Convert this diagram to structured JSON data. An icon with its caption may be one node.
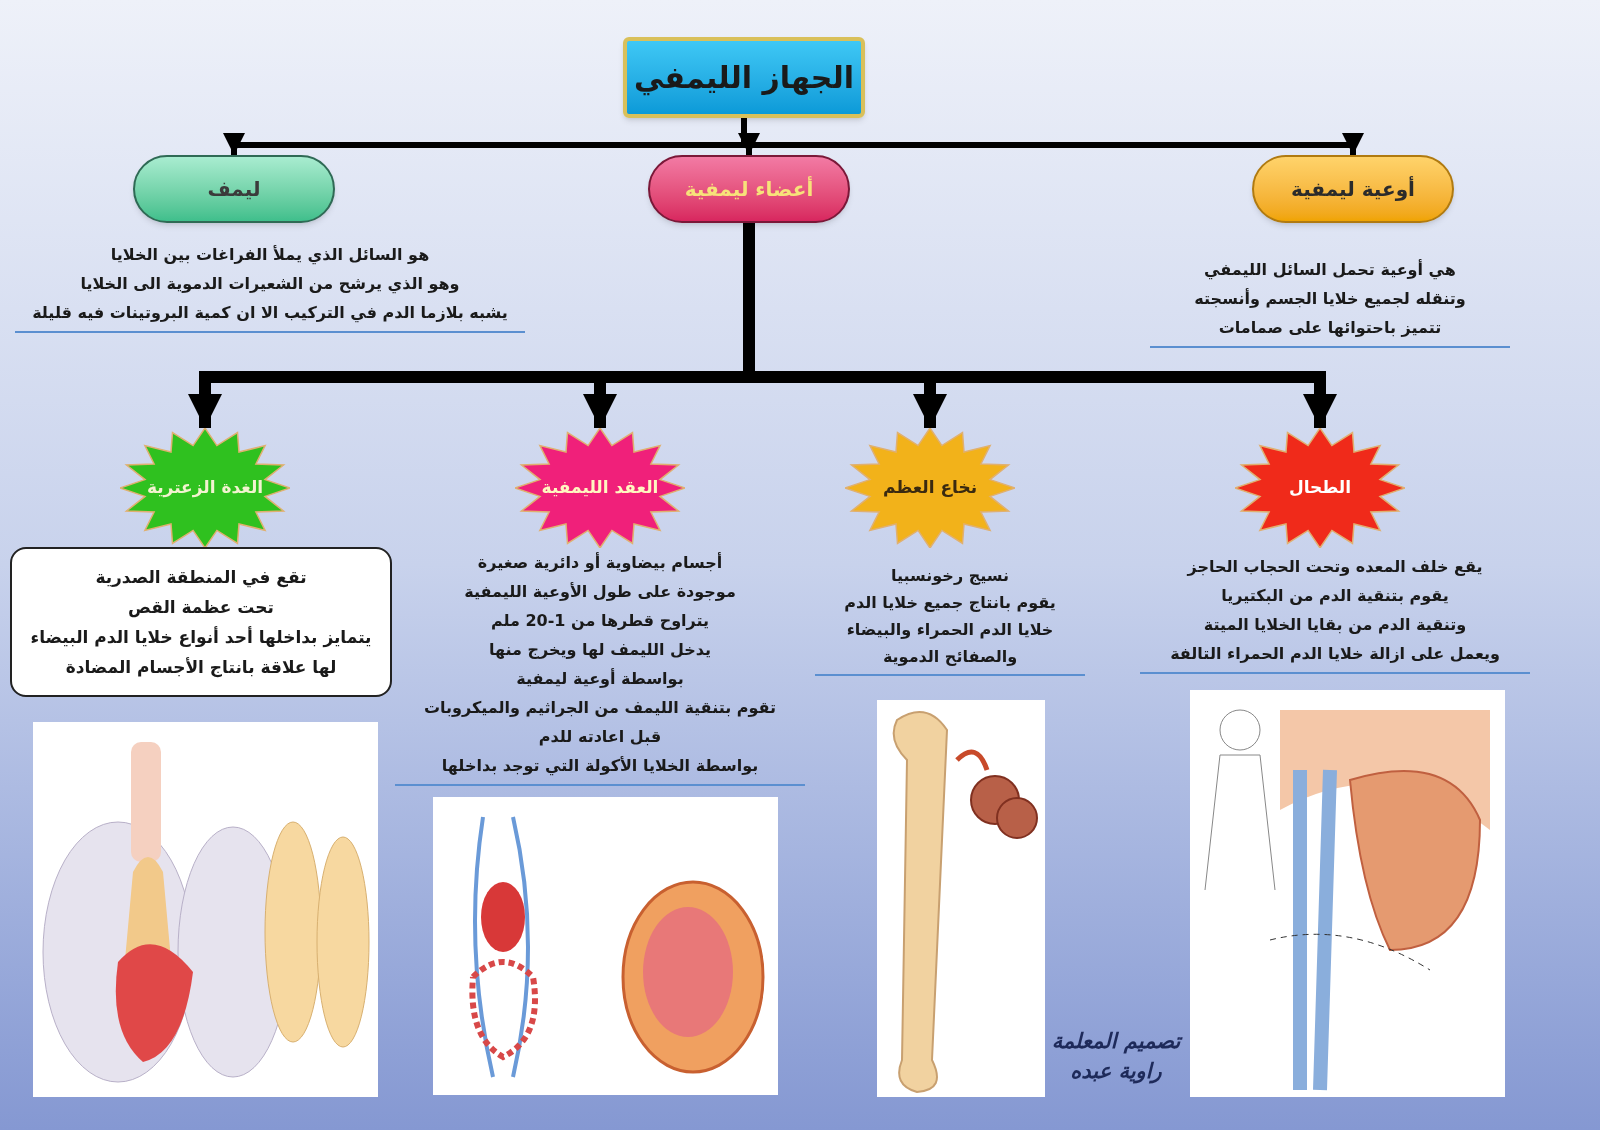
{
  "diagram": {
    "nodes": [
      {
        "text": [
          "الجهاز الليمفي"
        ]
      },
      {
        "text": [
          "ليمف"
        ],
        "beside": [
          "هو السائل الذي يملأ الفراغات بين الخلايا",
          "وهو الذي يرشح من الشعيرات الدموية الى الخلايا",
          "يشبه بلازما الدم في التركيب الا ان كمية البروتينات فيه قليلة"
        ]
      },
      {
        "text": [
          "أعضاء ليمفية"
        ]
      },
      {
        "text": [
          "أوعية ليمفية"
        ],
        "beside": [
          "هي أوعية تحمل السائل الليمفي",
          "وتنقله لجميع خلايا الجسم وأنسجته",
          "تتميز باحتوائها على صمامات"
        ]
      },
      {
        "text": [
          "الغدة الزعترية"
        ]
      },
      {
        "text": [
          "العقد الليمفية"
        ],
        "beside": [
          "أجسام بيضاوية أو دائرية صغيرة",
          "موجودة على طول الأوعية الليمفية",
          "يتراوح قطرها من **1-20** ملم",
          "يدخل الليمف لها ويخرج منها",
          "بواسطة أوعية ليمفية",
          "تقوم بتنقية الليمف من الجراثيم والميكروبات",
          "قبل اعادته للدم",
          "بواسطة الخلايا الأكولة التي توجد بداخلها"
        ]
      },
      {
        "text": [
          "نخاع العظم"
        ],
        "beside": [
          "نسيج رخونسبيا",
          "يقوم بانتاج جميع خلايا الدم",
          "خلايا الدم الحمراء والبيضاء",
          "والصفائح الدموية"
        ]
      },
      {
        "text": [
          "الطحال"
        ],
        "beside": [
          "يقع خلف المعده وتحت الحجاب الحاجز",
          "يقوم بتنقية الدم من البكتيريا",
          "وتنقية الدم من بقايا الخلايا الميتة",
          "ويعمل على ازالة خلايا الدم الحمراء التالفة"
        ]
      },
      {
        "text": [
          "تقع في المنطقة الصدرية",
          "تحت عظمة القص",
          "يتمايز بداخلها أحد أنواع خلايا الدم البيضاء",
          "لها علاقة بانتاج الأجسام المضادة"
        ]
      }
    ],
    "edges": [
      {
        "from": 0,
        "to": 1,
        "arrow": "to"
      },
      {
        "from": 0,
        "to": 2,
        "arrow": "to"
      },
      {
        "from": 0,
        "to": 3,
        "arrow": "to"
      },
      {
        "from": 2,
        "to": 4,
        "arrow": "to"
      },
      {
        "from": 2,
        "to": 5,
        "arrow": "to"
      },
      {
        "from": 2,
        "to": 6,
        "arrow": "to"
      },
      {
        "from": 2,
        "to": 7,
        "arrow": "to"
      }
    ],
    "labels": [
      "تصميم المعلمة راوية عبده"
    ]
  }
}
